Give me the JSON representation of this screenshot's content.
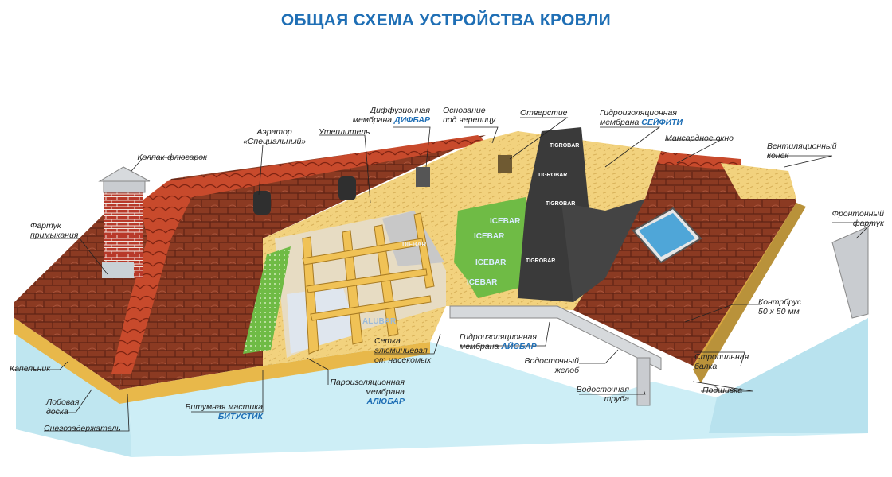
{
  "title": "ОБЩАЯ СХЕМА УСТРОЙСТВА КРОВЛИ",
  "labels": {
    "kolpak": "Колпак-флюгарок",
    "aerator_1": "Аэратор",
    "aerator_2": "«Специальный»",
    "uteplitel": "Утеплитель",
    "difbar_1": "Диффузионная",
    "difbar_2": "мембрана",
    "difbar_brand": "ДИФБАР",
    "osnovanie_1": "Основание",
    "osnovanie_2": "под черепицу",
    "otverstie": "Отверстие",
    "seifiti_1": "Гидроизоляционная",
    "seifiti_2": "мембрана",
    "seifiti_brand": "СЕЙФИТИ",
    "okno": "Мансардное окно",
    "konek_1": "Вентиляционный",
    "konek_2": "конек",
    "fartuk_prim_1": "Фартук",
    "fartuk_prim_2": "примыкания",
    "front_1": "Фронтонный",
    "front_2": "фартук",
    "kontrbrus_1": "Контрбрус",
    "kontrbrus_2": "50 x 50 мм",
    "setka_1": "Сетка",
    "setka_2": "алюминиевая",
    "setka_3": "от насекомых",
    "aisbar_1": "Гидроизоляционная",
    "aisbar_2": "мембрана",
    "aisbar_brand": "АЙСБАР",
    "kapelnik": "Капельник",
    "balka_1": "Стропильная",
    "balka_2": "балка",
    "zhelob_1": "Водосточный",
    "zhelob_2": "желоб",
    "lobovaya_1": "Лобовая",
    "lobovaya_2": "доска",
    "alubar_1": "Пароизоляционная",
    "alubar_2": "мембрана",
    "alubar_brand": "АЛЮБАР",
    "truba_1": "Водосточная",
    "truba_2": "труба",
    "podshivka": "Подшивка",
    "bitustik_1": "Битумная мастика",
    "bitustik_brand": "БИТУСТИК",
    "snegozad": "Снегозадержатель"
  },
  "membrane_prints": {
    "icebar": "ICEBAR",
    "alubar": "ALUBAR",
    "difbar": "DIFBAR",
    "tigrobar": "TIGROBAR"
  },
  "colors": {
    "accent": "#1f6fb5",
    "tile": "#8b3a22",
    "ridge": "#c84a2c",
    "wall": "#bfe6f0",
    "wood": "#f2d27e",
    "membrane_green": "#6fbb45",
    "membrane_dark": "#3a3a3a"
  }
}
